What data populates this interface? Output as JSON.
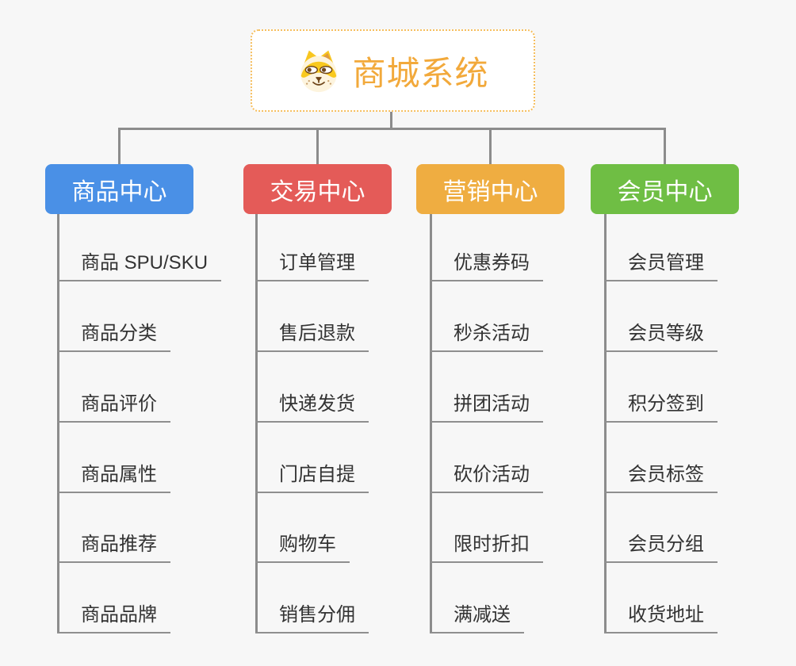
{
  "canvas": {
    "background_color": "#F7F7F7",
    "connector_color": "#8C8C8C"
  },
  "root": {
    "title": "商城系统",
    "icon": "dog-face-icon",
    "text_color": "#F2A93B",
    "border_color": "#F6BE5D",
    "background_color": "#FFFFFF"
  },
  "branches": [
    {
      "label": "商品中心",
      "color": "#4A90E6",
      "items": [
        "商品 SPU/SKU",
        "商品分类",
        "商品评价",
        "商品属性",
        "商品推荐",
        "商品品牌"
      ]
    },
    {
      "label": "交易中心",
      "color": "#E45B58",
      "items": [
        "订单管理",
        "售后退款",
        "快递发货",
        "门店自提",
        "购物车",
        "销售分佣"
      ]
    },
    {
      "label": "营销中心",
      "color": "#EFAD41",
      "items": [
        "优惠券码",
        "秒杀活动",
        "拼团活动",
        "砍价活动",
        "限时折扣",
        "满减送"
      ]
    },
    {
      "label": "会员中心",
      "color": "#6FBE44",
      "items": [
        "会员管理",
        "会员等级",
        "积分签到",
        "会员标签",
        "会员分组",
        "收货地址"
      ]
    }
  ]
}
